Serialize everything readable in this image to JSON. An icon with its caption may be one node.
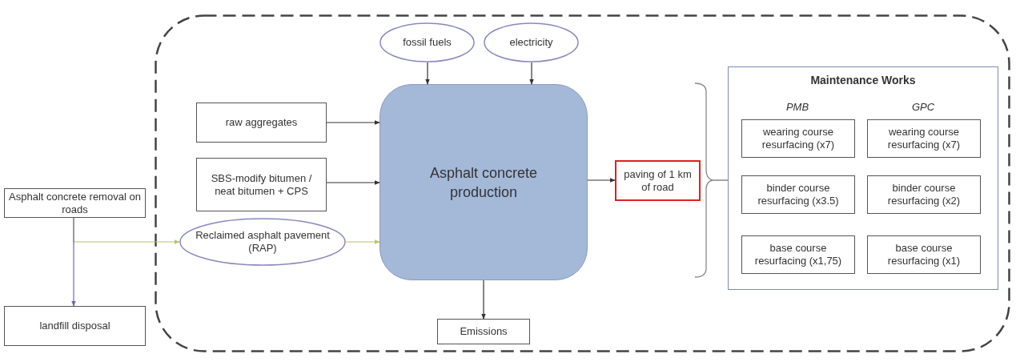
{
  "diagram": {
    "nodes": [
      {
        "text": [],
        "shape": "box"
      },
      {
        "text": [
          "fossil fuels"
        ],
        "in": 0
      },
      {
        "text": [
          "electricity"
        ],
        "in": 0
      },
      {
        "text": [
          "raw aggregates"
        ],
        "in": 0
      },
      {
        "text": [
          "SBS-modify bitumen / neat bitumen + CPS"
        ],
        "in": 0
      },
      {
        "text": [
          "Asphalt concrete removal on roads"
        ]
      },
      {
        "text": [
          "Reclaimed asphalt pavement (RAP)"
        ],
        "in": 0
      },
      {
        "text": [
          "Asphalt concrete production"
        ],
        "in": 0
      },
      {
        "text": [
          "paving of 1 km of road"
        ],
        "in": 0
      },
      {
        "text": [
          "Maintenance Works",
          "PMB",
          "GPC"
        ],
        "in": 0
      },
      {
        "text": [
          "wearing course resurfacing (x7)"
        ],
        "in": 9
      },
      {
        "text": [
          "wearing course resurfacing (x7)"
        ],
        "in": 9
      },
      {
        "text": [
          "binder course resurfacing (x3.5)"
        ],
        "in": 9
      },
      {
        "text": [
          "binder course resurfacing (x2)"
        ],
        "in": 9
      },
      {
        "text": [
          "base course resurfacing (x1,75)"
        ],
        "in": 9
      },
      {
        "text": [
          "base course resurfacing (x1)"
        ],
        "in": 9
      },
      {
        "text": [
          "landfill disposal"
        ]
      },
      {
        "text": [
          "Emissions"
        ],
        "in": 0
      }
    ],
    "edges": [
      {
        "from": 1,
        "to": 7,
        "arrow": "to"
      },
      {
        "from": 2,
        "to": 7,
        "arrow": "to"
      },
      {
        "from": 3,
        "to": 7,
        "arrow": "to"
      },
      {
        "from": 4,
        "to": 7,
        "arrow": "to"
      },
      {
        "from": 5,
        "to": 6,
        "arrow": "to",
        "color": "#b8c46a"
      },
      {
        "from": 5,
        "to": 16,
        "arrow": "to",
        "color": "#6a6ab4"
      },
      {
        "from": 6,
        "to": 7,
        "arrow": "to",
        "color": "#b8c46a"
      },
      {
        "from": 7,
        "to": 8,
        "arrow": "to"
      },
      {
        "from": 7,
        "to": 17,
        "arrow": "to"
      }
    ]
  }
}
